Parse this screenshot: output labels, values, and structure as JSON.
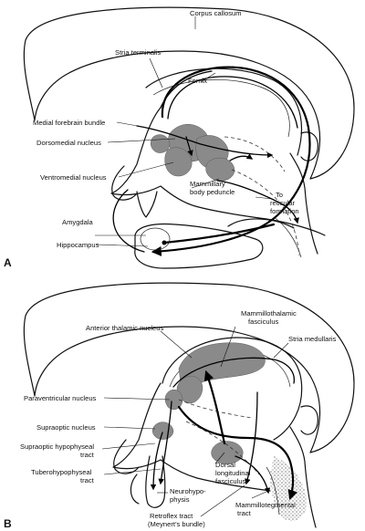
{
  "panels": [
    {
      "letter": "A",
      "labels": {
        "corpus_callosum": "Corpus callosum",
        "stria_terminalis": "Stria terminalis",
        "fornix": "Fornix",
        "medial_forebrain_bundle": "Medial forebrain bundle",
        "dorsomedial_nucleus": "Dorsomedial nucleus",
        "ventromedial_nucleus": "Ventromedial nucleus",
        "mammillary_body_peduncle_1": "Mammillary",
        "mammillary_body_peduncle_2": "body peduncle",
        "to_reticular_formation_1": "To",
        "to_reticular_formation_2": "reticular",
        "to_reticular_formation_3": "formation",
        "amygdala": "Amygdala",
        "hippocampus": "Hippocampus"
      }
    },
    {
      "letter": "B",
      "labels": {
        "mammillothalamic_fasciculus_1": "Mammillothalamic",
        "mammillothalamic_fasciculus_2": "fasciculus",
        "anterior_thalamic_nucleus": "Anterior thalamic nucleus",
        "stria_medullaris": "Stria medullaris",
        "paraventricular_nucleus": "Paraventricular nucleus",
        "supraoptic_nucleus": "Supraoptic nucleus",
        "supraoptic_hypophyseal_tract_1": "Supraoptic hypophyseal",
        "supraoptic_hypophyseal_tract_2": "tract",
        "tuberohypophyseal_tract_1": "Tuberohypophyseal",
        "tuberohypophyseal_tract_2": "tract",
        "dorsal_longitudinal_fasciculus_1": "Dorsal",
        "dorsal_longitudinal_fasciculus_2": "longitudinal",
        "dorsal_longitudinal_fasciculus_3": "fasciculus",
        "neurohypophysis_1": "Neurohypo-",
        "neurohypophysis_2": "physis",
        "mammillotegmental_tract_1": "Mammillotegmental",
        "mammillotegmental_tract_2": "tract",
        "retroflex_tract_1": "Retroflex tract",
        "retroflex_tract_2": "(Meynert’s bundle)"
      }
    }
  ]
}
